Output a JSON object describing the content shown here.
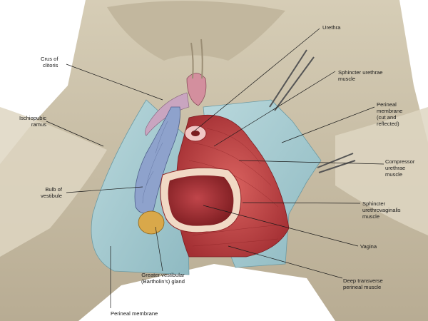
{
  "labels": {
    "urethra": "Urethra",
    "crus_line1": "Crus of",
    "crus_line2": "clitoris",
    "sphincter_urethrae_line1": "Sphincter urethrae",
    "sphincter_urethrae_line2": "muscle",
    "perineal_membrane_cut_line1": "Perineal",
    "perineal_membrane_cut_line2": "membrane",
    "perineal_membrane_cut_line3": "(cut and",
    "perineal_membrane_cut_line4": "reflected)",
    "ischiopubic_line1": "Ischiopubic",
    "ischiopubic_line2": "ramus",
    "compressor_line1": "Compressor",
    "compressor_line2": "urethrae",
    "compressor_line3": "muscle",
    "bulb_line1": "Bulb of",
    "bulb_line2": "vestibule",
    "sphincter_uv_line1": "Sphincter",
    "sphincter_uv_line2": "urethrovaginalis",
    "sphincter_uv_line3": "muscle",
    "vagina": "Vagina",
    "greater_vestibular_line1": "Greater vestibular",
    "greater_vestibular_line2": "(Bartholin's) gland",
    "deep_transverse_line1": "Deep transverse",
    "deep_transverse_line2": "perineal muscle",
    "perineal_membrane_bottom": "Perineal membrane"
  },
  "colors": {
    "skin": "#c9bfa8",
    "skin_dark": "#9e927a",
    "membrane": "#a9cdd3",
    "membrane_dark": "#7fb0ba",
    "muscle": "#c8474a",
    "muscle_dark": "#8e2326",
    "vein_blue": "#8aa0c8",
    "gland": "#d9a84a",
    "leader": "#1a1a1a"
  }
}
